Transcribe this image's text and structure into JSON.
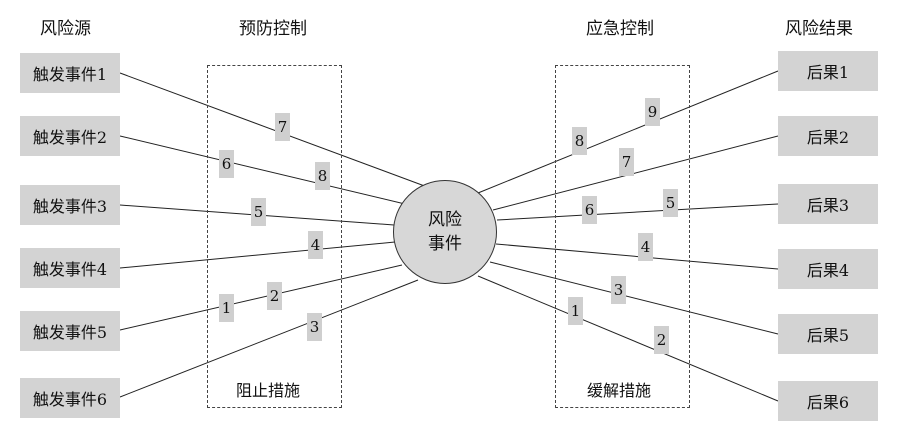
{
  "headers": {
    "causes": "风险源",
    "prevention": "预防控制",
    "mitigation": "应急控制",
    "consequences": "风险结果"
  },
  "causes": [
    "触发事件1",
    "触发事件2",
    "触发事件3",
    "触发事件4",
    "触发事件5",
    "触发事件6"
  ],
  "consequences": [
    "后果1",
    "后果2",
    "后果3",
    "后果4",
    "后果5",
    "后果6"
  ],
  "center_event": {
    "line1": "风险",
    "line2": "事件"
  },
  "prevention_label": "阻止措施",
  "mitigation_label": "缓解措施",
  "left_barriers": [
    "7",
    "6",
    "8",
    "5",
    "4",
    "2",
    "1",
    "3"
  ],
  "right_barriers": [
    "9",
    "8",
    "7",
    "6",
    "5",
    "4",
    "3",
    "1",
    "2"
  ],
  "colors": {
    "box_fill": "#d3d3d3",
    "line": "#222222",
    "dashed_border": "#444444"
  }
}
